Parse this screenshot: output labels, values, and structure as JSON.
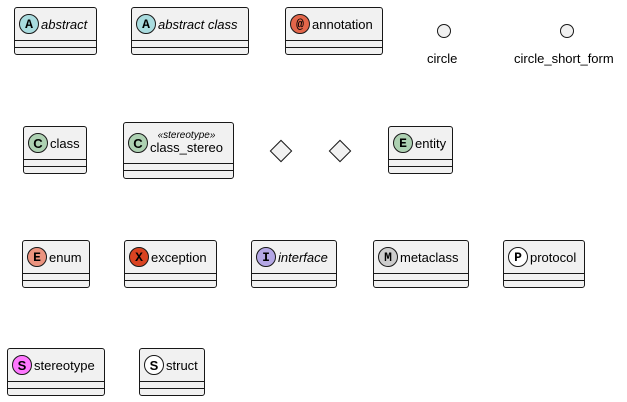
{
  "diagram": {
    "type": "class-diagram-element-types",
    "colors": {
      "box_fill": "#f1f1f1",
      "border": "#181818",
      "abstract": "#a9dcdf",
      "annotation": "#e3664a",
      "class": "#add1b2",
      "entity": "#add1b2",
      "enum": "#eb937f",
      "exception": "#d94321",
      "interface": "#b4a7e5",
      "metaclass": "#cccccc",
      "protocol": "#ffffff",
      "stereotype": "#ff77ff",
      "struct": "#ffffff"
    },
    "elements": {
      "abstract": {
        "letter": "A",
        "name": "abstract"
      },
      "abstract_class": {
        "letter": "A",
        "name": "abstract class"
      },
      "annotation": {
        "letter": "@",
        "name": "annotation"
      },
      "circle": {
        "name": "circle"
      },
      "circle_short_form": {
        "name": "circle_short_form"
      },
      "class": {
        "letter": "C",
        "name": "class"
      },
      "class_stereo": {
        "letter": "C",
        "stereotype": "«stereotype»",
        "name": "class_stereo"
      },
      "entity": {
        "letter": "E",
        "name": "entity"
      },
      "enum": {
        "letter": "E",
        "name": "enum"
      },
      "exception": {
        "letter": "X",
        "name": "exception"
      },
      "interface": {
        "letter": "I",
        "name": "interface"
      },
      "metaclass": {
        "letter": "M",
        "name": "metaclass"
      },
      "protocol": {
        "letter": "P",
        "name": "protocol"
      },
      "stereotype": {
        "letter": "S",
        "name": "stereotype"
      },
      "struct": {
        "letter": "S",
        "name": "struct"
      }
    }
  }
}
